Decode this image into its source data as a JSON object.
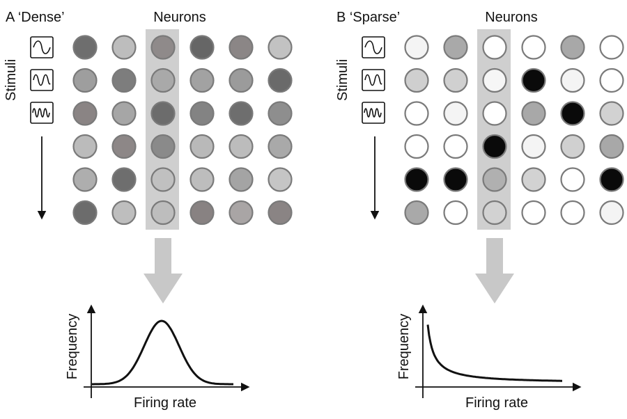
{
  "panels": [
    {
      "id": "dense",
      "letter": "A",
      "title": "‘Dense’",
      "neurons_label": "Neurons",
      "stimuli_label": "Stimuli",
      "x_axis_label": "Firing rate",
      "y_axis_label": "Frequency",
      "curve": "gaussian",
      "grid": [
        [
          "#6e6e6e",
          "#bdbdbd",
          "#8f8a8a",
          "#666666",
          "#8b8686",
          "#c2c2c2"
        ],
        [
          "#9e9e9e",
          "#7d7d7d",
          "#a9a9a9",
          "#a2a2a2",
          "#9b9b9b",
          "#6a6a6a"
        ],
        [
          "#8a8484",
          "#a6a6a6",
          "#6c6c6c",
          "#838383",
          "#6e6e6e",
          "#8e8e8e"
        ],
        [
          "#bbbbbb",
          "#8d8787",
          "#8a8a8a",
          "#b9b9b9",
          "#bcbcbc",
          "#a9a9a9"
        ],
        [
          "#aeaeae",
          "#6e6e6e",
          "#c0c0c0",
          "#bdbdbd",
          "#a4a4a4",
          "#c5c5c5"
        ],
        [
          "#6c6c6c",
          "#bebebe",
          "#bdbdbd",
          "#888282",
          "#a9a5a5",
          "#8a8484"
        ]
      ]
    },
    {
      "id": "sparse",
      "letter": "B",
      "title": "‘Sparse’",
      "neurons_label": "Neurons",
      "stimuli_label": "Stimuli",
      "x_axis_label": "Firing rate",
      "y_axis_label": "Frequency",
      "curve": "decay",
      "grid": [
        [
          "#f4f4f4",
          "#a9a9a9",
          "#ffffff",
          "#ffffff",
          "#a8a8a8",
          "#ffffff"
        ],
        [
          "#cfcfcf",
          "#d0d0d0",
          "#f6f6f6",
          "#0a0a0a",
          "#f4f4f4",
          "#ffffff"
        ],
        [
          "#ffffff",
          "#f4f4f4",
          "#ffffff",
          "#a8a8a8",
          "#0a0a0a",
          "#d2d2d2"
        ],
        [
          "#ffffff",
          "#ffffff",
          "#0a0a0a",
          "#f4f4f4",
          "#d0d0d0",
          "#a8a8a8"
        ],
        [
          "#0a0a0a",
          "#0a0a0a",
          "#b0b0b0",
          "#d2d2d2",
          "#ffffff",
          "#0a0a0a"
        ],
        [
          "#a9a9a9",
          "#ffffff",
          "#d2d2d2",
          "#ffffff",
          "#ffffff",
          "#f4f4f4"
        ]
      ]
    }
  ],
  "colors": {
    "column_highlight": "#cfcfcf",
    "arrow": "#c8c8c8",
    "circle_stroke": "#7a7a7a",
    "ink": "#111111"
  },
  "icons": [
    "low-frequency-wave-icon",
    "medium-frequency-wave-icon",
    "high-frequency-wave-icon"
  ]
}
